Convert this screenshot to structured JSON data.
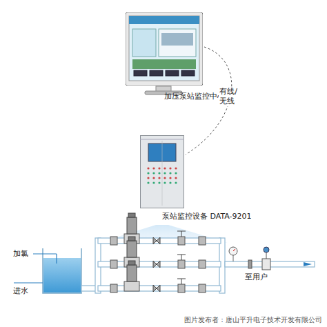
{
  "diagram": {
    "nodes": [
      {
        "text": [
          "加压泵站监控中心"
        ]
      },
      {
        "text": [
          "泵站监控设备 DATA-9201"
        ]
      }
    ],
    "edges": [
      {
        "from": 0,
        "to": 1,
        "arrow": "none",
        "label": "有线/ 无线"
      }
    ],
    "labels": [
      "加氯",
      "进水",
      "至用户",
      "图片发布者：唐山平升电子技术开发有限公司"
    ]
  }
}
